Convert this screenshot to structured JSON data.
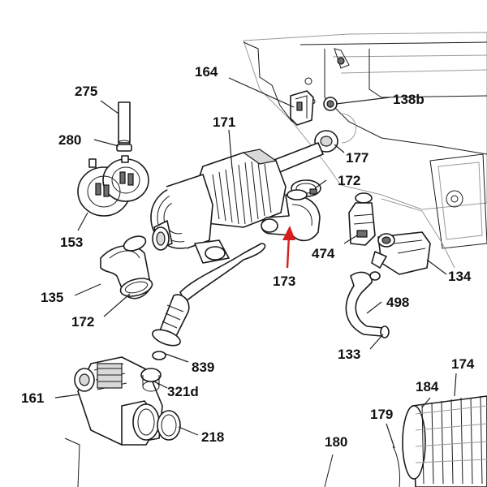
{
  "diagram": {
    "highlight_color": "#d61e1e",
    "labels": {
      "p275": "275",
      "p280": "280",
      "p164": "164",
      "p171": "171",
      "p138b": "138b",
      "p177": "177",
      "p172a": "172",
      "p153": "153",
      "p474": "474",
      "p173": "173",
      "p134": "134",
      "p135": "135",
      "p172b": "172",
      "p498": "498",
      "p839": "839",
      "p133": "133",
      "p161": "161",
      "p321d": "321d",
      "p174": "174",
      "p184": "184",
      "p179": "179",
      "p218": "218",
      "p180": "180"
    }
  }
}
